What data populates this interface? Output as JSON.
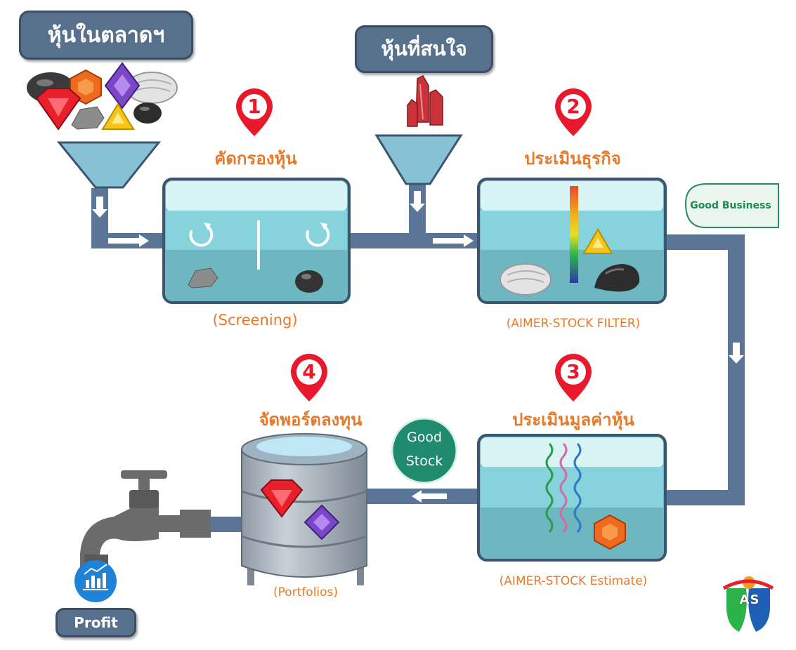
{
  "title_market": "หุ้นในตลาดฯ",
  "title_interest": "หุ้นที่สนใจ",
  "steps": [
    {
      "number": "1",
      "title": "คัดกรองหุ้น",
      "subtitle": "(Screening)"
    },
    {
      "number": "2",
      "title": "ประเมินธุรกิจ",
      "subtitle": "(AIMER-STOCK FILTER)"
    },
    {
      "number": "3",
      "title": "ประเมินมูลค่าหุ้น",
      "subtitle": "(AIMER-STOCK Estimate)"
    },
    {
      "number": "4",
      "title": "จัดพอร์ตลงทุน",
      "subtitle": "(Portfolios)"
    }
  ],
  "good_business": "Good Business",
  "good_stock_line1": "Good",
  "good_stock_line2": "Stock",
  "profit": "Profit",
  "logo_text": "AS",
  "colors": {
    "accent_orange": "#e8792a",
    "pin_red": "#e8192c",
    "pipe": "#5a7596",
    "tank_border": "#3c5670",
    "water": "#86d3dc",
    "good_green": "#1f8a6c"
  }
}
